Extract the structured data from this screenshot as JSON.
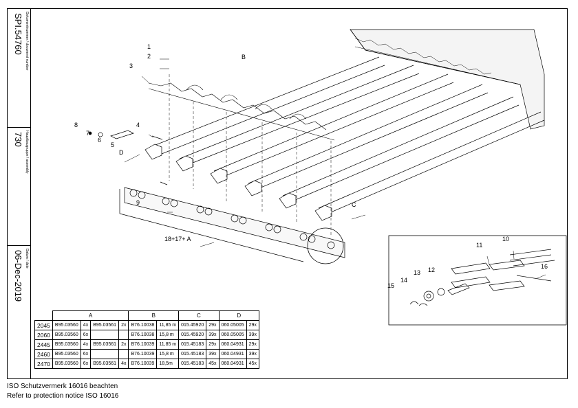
{
  "title_strip": {
    "doc_label": "Dokumentnummer / document number",
    "doc_number": "SPI.54760",
    "assembly_label": "Hauptbaugruppe / assembly",
    "assembly_number": "730",
    "date_label": "Datum / date",
    "date": "06-Dec-2019"
  },
  "callouts": {
    "n1": "1",
    "n2": "2",
    "n3": "3",
    "n4": "4",
    "n5": "5",
    "n6": "6",
    "n7": "7",
    "n8": "8",
    "n9": "9",
    "n10": "10",
    "n11": "11",
    "n12": "12",
    "n13": "13",
    "n14": "14",
    "n15": "15",
    "n16": "16",
    "B": "B",
    "C": "C",
    "D": "D",
    "chain": "18+17+ A"
  },
  "table": {
    "headers": [
      "A",
      "B",
      "C",
      "D"
    ],
    "rows": [
      [
        "2045",
        "B95.03560",
        "4x",
        "B95.03561",
        "2x",
        "B76.10038",
        "11,85 m",
        "015.45920",
        "29x",
        "060.05005",
        "29x"
      ],
      [
        "2060",
        "B95.03560",
        "6x",
        "",
        "",
        "B76.10038",
        "15,8 m",
        "015.45920",
        "39x",
        "060.05005",
        "39x"
      ],
      [
        "2445",
        "B95.03560",
        "4x",
        "B95.03561",
        "2x",
        "B76.10039",
        "11,85 m",
        "015.45183",
        "29x",
        "060.04931",
        "29x"
      ],
      [
        "2460",
        "B95.03560",
        "6x",
        "",
        "",
        "B76.10039",
        "15,8 m",
        "015.45183",
        "39x",
        "060.04931",
        "39x"
      ],
      [
        "2470",
        "B95.03560",
        "6x",
        "B95.03561",
        "4x",
        "B76.10039",
        "18,5m",
        "015.45183",
        "45x",
        "060.04931",
        "45x"
      ]
    ]
  },
  "footer": {
    "line1": "ISO Schutzvermerk 16016 beachten",
    "line2": "Refer to protection notice ISO 16016"
  }
}
